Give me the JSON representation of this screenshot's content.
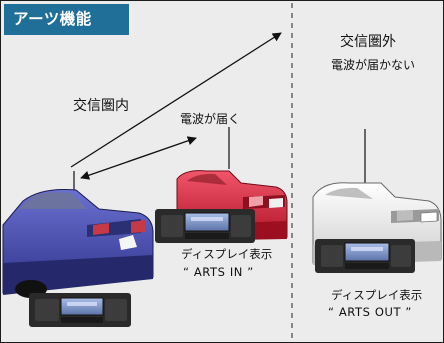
{
  "title": "アーツ機能",
  "in_range": {
    "label": "交信圏内",
    "signal_label": "電波が届く",
    "display_caption": "ディスプレイ表示",
    "display_code": "“ ARTS IN ”"
  },
  "out_of_range": {
    "label": "交信圏外",
    "signal_label": "電波が届かない",
    "display_caption": "ディスプレイ表示",
    "display_code": "“ ARTS OUT ”"
  },
  "colors": {
    "badge": "#1f6f98",
    "car_blue": "#3f45a8",
    "car_red": "#d71f33",
    "car_white": "#e9e9e9",
    "radio_display": "#6f86b8",
    "background": "#ececec"
  },
  "icons": [
    "blue-car-icon",
    "red-car-icon",
    "white-car-icon",
    "radio-unit-icon",
    "antenna-icon"
  ]
}
